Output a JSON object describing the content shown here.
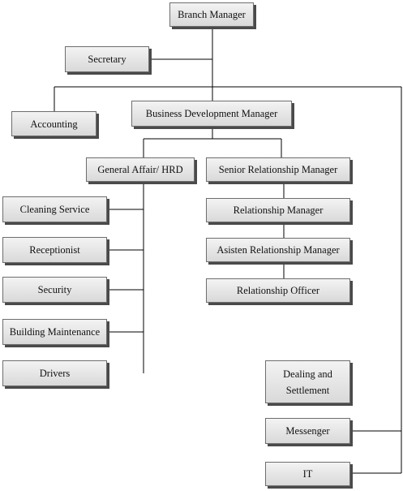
{
  "nodes": {
    "branch_manager": "Branch Manager",
    "secretary": "Secretary",
    "accounting": "Accounting",
    "bdm": "Business Development Manager",
    "ga_hrd": "General Affair/ HRD",
    "srm": "Senior Relationship Manager",
    "rm": "Relationship Manager",
    "arm": "Asisten Relationship Manager",
    "ro": "Relationship Officer",
    "cleaning": "Cleaning Service",
    "receptionist": "Receptionist",
    "security": "Security",
    "building": "Building Maintenance",
    "drivers": "Drivers",
    "dealing_line1": "Dealing and",
    "dealing_line2": "Settlement",
    "messenger": "Messenger",
    "it": "IT"
  }
}
